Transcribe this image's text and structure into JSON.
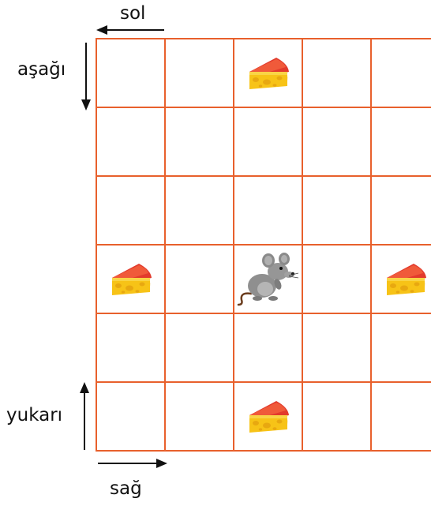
{
  "labels": {
    "left": "sol",
    "down": "aşağı",
    "up": "yukarı",
    "right": "sağ"
  },
  "colors": {
    "grid_line": "#e8602c",
    "text": "#111111",
    "cheese_body": "#f7c317",
    "cheese_top": "#e23a2c",
    "cheese_hole": "#e8a810",
    "mouse_body": "#8f8f8f"
  },
  "board": {
    "rows": 6,
    "columns_visible": 5,
    "items": [
      {
        "type": "cheese",
        "row": 0,
        "col": 2
      },
      {
        "type": "cheese",
        "row": 3,
        "col": 0
      },
      {
        "type": "mouse",
        "row": 3,
        "col": 2
      },
      {
        "type": "cheese",
        "row": 3,
        "col": 4
      },
      {
        "type": "cheese",
        "row": 5,
        "col": 2
      }
    ]
  }
}
